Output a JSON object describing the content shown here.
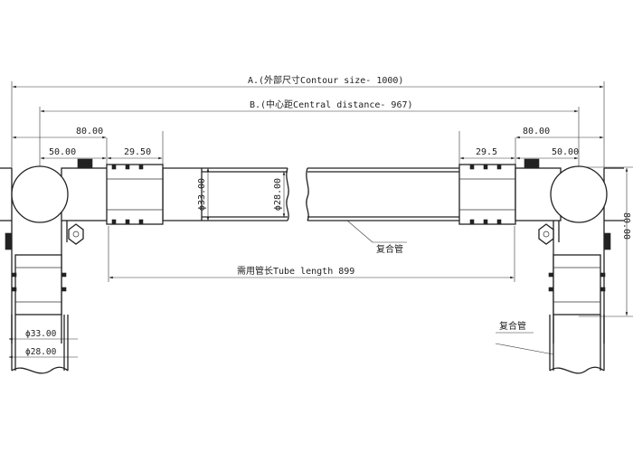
{
  "dimensions": {
    "contour": "A.(外部尺寸Contour size- 1000)",
    "central": "B.(中心距Central distance- 967)",
    "left_80": "80.00",
    "left_50": "50.00",
    "left_29_5": "29.50",
    "right_29_5": "29.5",
    "right_80": "80.00",
    "right_50": "50.00",
    "vertical_80": "80.00",
    "tube_length": "需用管长Tube length 899"
  },
  "diameters": {
    "outer_horizontal": "ϕ33.00",
    "inner_horizontal": "ϕ28.00",
    "outer_vertical": "ϕ33.00",
    "inner_vertical": "ϕ28.00"
  },
  "callouts": {
    "composite_pipe_center": "复合管",
    "composite_pipe_right": "复合管"
  }
}
